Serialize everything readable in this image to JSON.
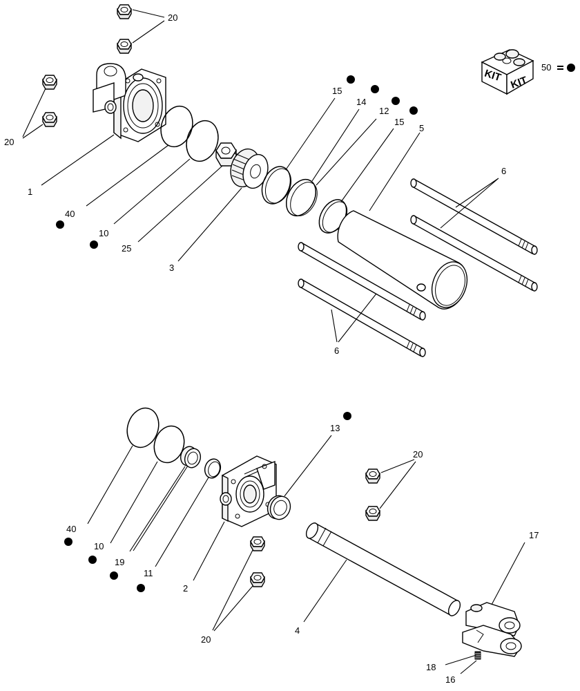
{
  "diagram": {
    "callouts": {
      "c20_top": "20",
      "c20_left": "20",
      "c1": "1",
      "c40_top": "40",
      "c10_top": "10",
      "c25": "25",
      "c3": "3",
      "c15_a": "15",
      "c14": "14",
      "c12": "12",
      "c15_b": "15",
      "c5": "5",
      "c6_right": "6",
      "c6_bottom": "6",
      "c50": "50",
      "c13": "13",
      "c20_nuts_right": "20",
      "c40_bottom": "40",
      "c10_bottom": "10",
      "c19": "19",
      "c11": "11",
      "c2": "2",
      "c20_nuts_bottom": "20",
      "c4": "4",
      "c17": "17",
      "c18": "18",
      "c16": "16"
    },
    "kit": {
      "label_left": "KIT",
      "label_right": "KIT"
    },
    "marker_shape": "filled-circle",
    "line_color": "#000000",
    "background": "#ffffff"
  }
}
